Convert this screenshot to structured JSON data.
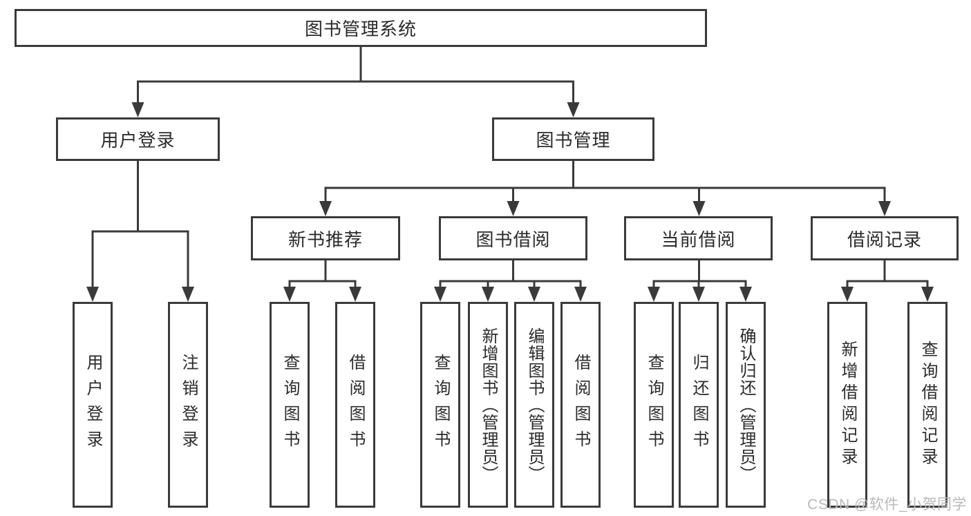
{
  "diagram": {
    "root": {
      "label": "图书管理系统"
    },
    "level2": [
      {
        "label": "用户登录"
      },
      {
        "label": "图书管理"
      }
    ],
    "level3": [
      {
        "label": "新书推荐",
        "parent": "图书管理"
      },
      {
        "label": "图书借阅",
        "parent": "图书管理"
      },
      {
        "label": "当前借阅",
        "parent": "图书管理"
      },
      {
        "label": "借阅记录",
        "parent": "图书管理"
      }
    ],
    "leaves": [
      {
        "label": "用户登录",
        "parent": "用户登录"
      },
      {
        "label": "注销登录",
        "parent": "用户登录"
      },
      {
        "label": "查询图书",
        "parent": "新书推荐"
      },
      {
        "label": "借阅图书",
        "parent": "新书推荐"
      },
      {
        "label": "查询图书",
        "parent": "图书借阅"
      },
      {
        "label": "新增图书（管理员）",
        "parent": "图书借阅"
      },
      {
        "label": "编辑图书（管理员）",
        "parent": "图书借阅"
      },
      {
        "label": "借阅图书",
        "parent": "图书借阅"
      },
      {
        "label": "查询图书",
        "parent": "当前借阅"
      },
      {
        "label": "归还图书",
        "parent": "当前借阅"
      },
      {
        "label": "确认归还（管理员）",
        "parent": "当前借阅"
      },
      {
        "label": "新增借阅记录",
        "parent": "借阅记录"
      },
      {
        "label": "查询借阅记录",
        "parent": "借阅记录"
      }
    ]
  },
  "watermark": {
    "text": "CSDN @软件_小贺同学"
  },
  "colors": {
    "line": "#3a3a3a",
    "border": "#3a3a3a",
    "text": "#2b2b2b",
    "watermark": "#b9b9b9",
    "background": "#ffffff"
  }
}
